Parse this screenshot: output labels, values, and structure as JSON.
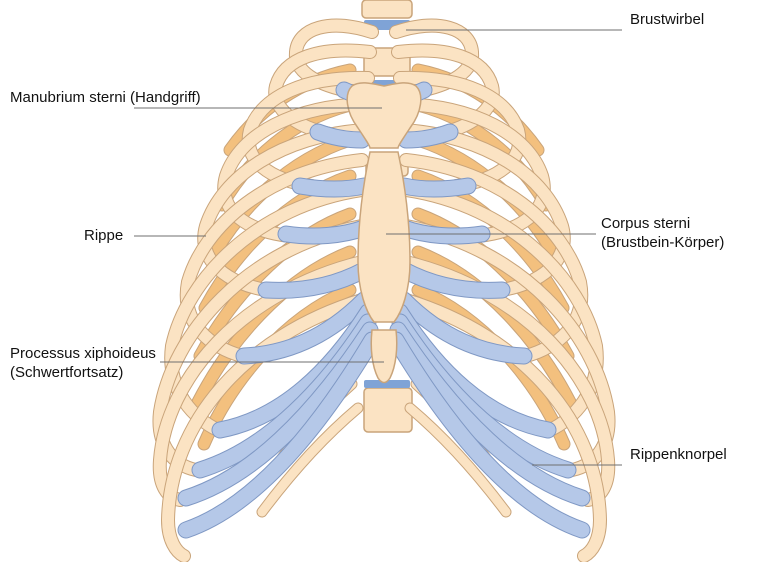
{
  "colors": {
    "bone": "#fbe3c3",
    "bone_outline": "#c9a47a",
    "rib_back": "#f3c07e",
    "cartilage": "#b5c8e8",
    "cartilage_outline": "#7f98c4",
    "disc": "#7fa3d6",
    "leader": "#6f6f6f"
  },
  "labels": {
    "brustwirbel": "Brustwirbel",
    "manubrium": "Manubrium sterni (Handgriff)",
    "rippe": "Rippe",
    "corpus_line1": "Corpus sterni",
    "corpus_line2": "(Brustbein-Körper)",
    "xiph_line1": "Processus xiphoideus",
    "xiph_line2": "(Schwertfortsatz)",
    "rippenknorpel": "Rippenknorpel"
  }
}
